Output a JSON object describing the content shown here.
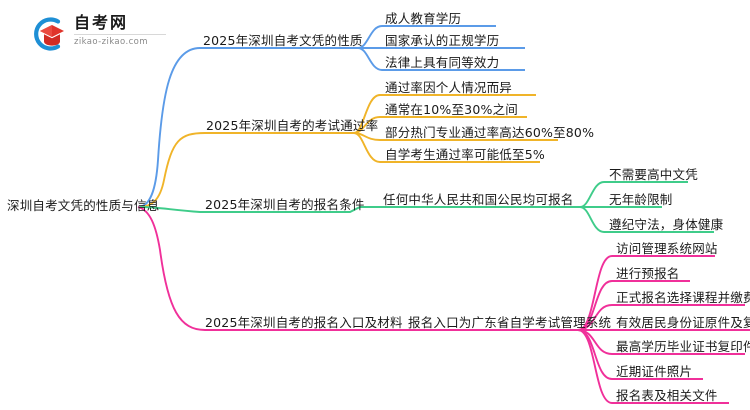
{
  "brand": {
    "logo_icon": "graduation-cap-icon",
    "wordmark": "自考网",
    "domain": "zikao-zikao.com"
  },
  "mindmap": {
    "root": {
      "label": "深圳自考文凭的性质与信息"
    },
    "branches": [
      {
        "id": "nature",
        "label": "2025年深圳自考文凭的性质",
        "color": "#5B9BE8",
        "children": [
          {
            "label": "成人教育学历"
          },
          {
            "label": "国家承认的正规学历"
          },
          {
            "label": "法律上具有同等效力"
          }
        ]
      },
      {
        "id": "pass-rate",
        "label": "2025年深圳自考的考试通过率",
        "color": "#F0B429",
        "children": [
          {
            "label": "通过率因个人情况而异"
          },
          {
            "label": "通常在10%至30%之间"
          },
          {
            "label": "部分热门专业通过率高达60%至80%"
          },
          {
            "label": "自学考生通过率可能低至5%"
          }
        ]
      },
      {
        "id": "requirements",
        "label": "2025年深圳自考的报名条件",
        "color": "#3FCC8A",
        "mid": {
          "label": "任何中华人民共和国公民均可报名"
        },
        "children": [
          {
            "label": "不需要高中文凭"
          },
          {
            "label": "无年龄限制"
          },
          {
            "label": "遵纪守法，身体健康"
          }
        ]
      },
      {
        "id": "entry-materials",
        "label": "2025年深圳自考的报名入口及材料",
        "color": "#F0309A",
        "mid": {
          "label": "报名入口为广东省自学考试管理系统"
        },
        "children": [
          {
            "label": "访问管理系统网站"
          },
          {
            "label": "进行预报名"
          },
          {
            "label": "正式报名选择课程并缴费"
          },
          {
            "label": "有效居民身份证原件及复印件"
          },
          {
            "label": "最高学历毕业证书复印件"
          },
          {
            "label": "近期证件照片"
          },
          {
            "label": "报名表及相关文件"
          }
        ]
      }
    ]
  }
}
